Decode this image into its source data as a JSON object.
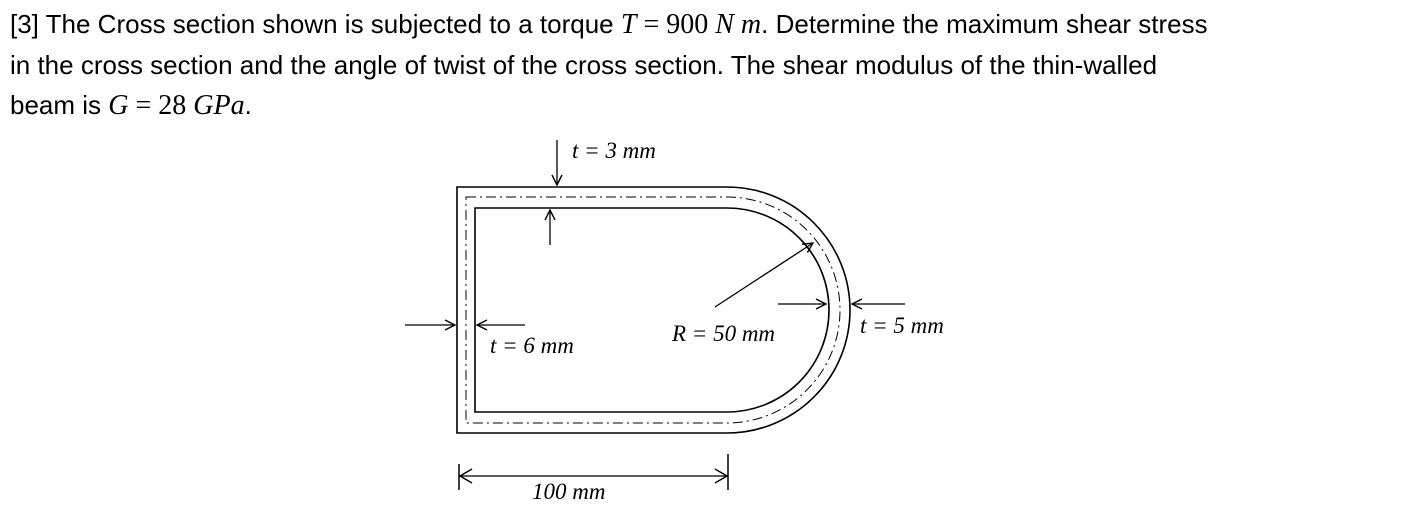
{
  "problem": {
    "line1_prefix": "[3] The Cross section shown is subjected to a torque ",
    "torque_symbol": "T",
    "torque_eq": " = 900 ",
    "torque_unit": "N m",
    "line1_suffix": ". Determine the maximum shear stress",
    "line2": "in the cross section and the angle of twist of the cross section. The shear modulus of the thin-walled",
    "line3_prefix": "beam is ",
    "modulus_symbol": "G",
    "modulus_eq": " = 28 ",
    "modulus_unit": "GPa",
    "line3_suffix": "."
  },
  "diagram": {
    "labels": {
      "top_thickness": "t = 3 mm",
      "left_thickness": "t = 6 mm",
      "radius": "R = 50 mm",
      "arc_thickness": "t = 5 mm",
      "width": "100 mm"
    }
  }
}
